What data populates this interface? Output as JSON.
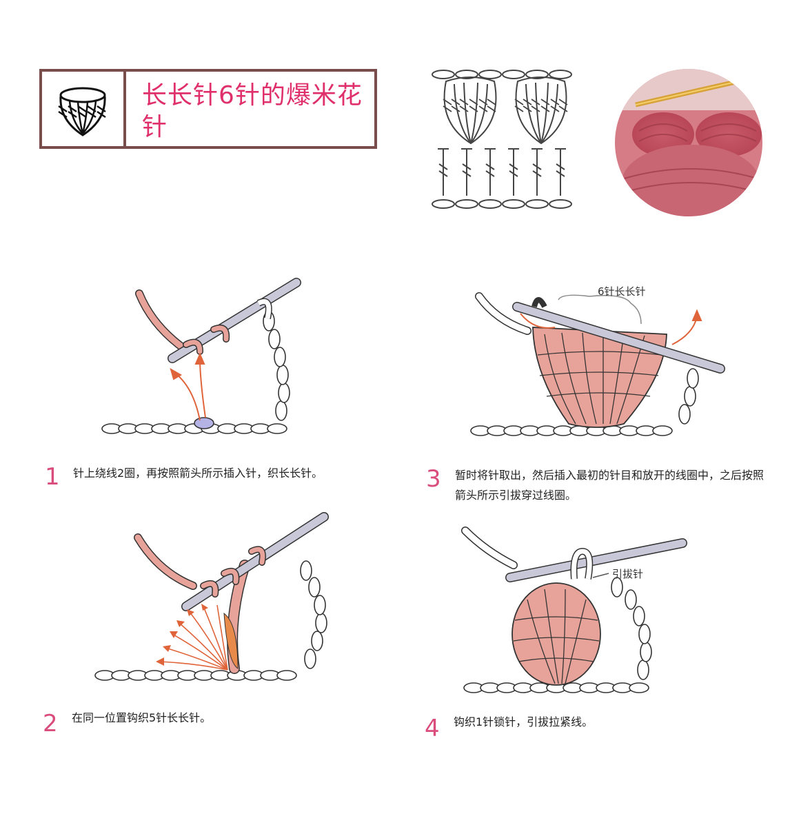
{
  "title": "长长针6针的爆米花针",
  "steps": [
    {
      "number": "1",
      "text": "针上绕线2圈，再按照箭头所示插入针，织长长针。"
    },
    {
      "number": "2",
      "text": "在同一位置钩织5针长长针。"
    },
    {
      "number": "3",
      "text": "暂时将针取出，然后插入最初的针目和放开的线圈中，之后按照箭头所示引拔穿过线圈。"
    },
    {
      "number": "4",
      "text": "钩织1针锁针，引拔拉紧线。"
    }
  ],
  "labels": {
    "six_treble": "6针长长针",
    "slip_stitch": "引拔针"
  },
  "colors": {
    "title": "#e0306b",
    "frame": "#7a4d4d",
    "yarn_pink": "#e7a39a",
    "hook": "#c8c8d8",
    "arrow": "#e0643a",
    "step_number": "#d94c7c"
  },
  "icons": [
    "popcorn-stitch-symbol-icon",
    "crochet-hook-icon",
    "arrow-icon"
  ]
}
